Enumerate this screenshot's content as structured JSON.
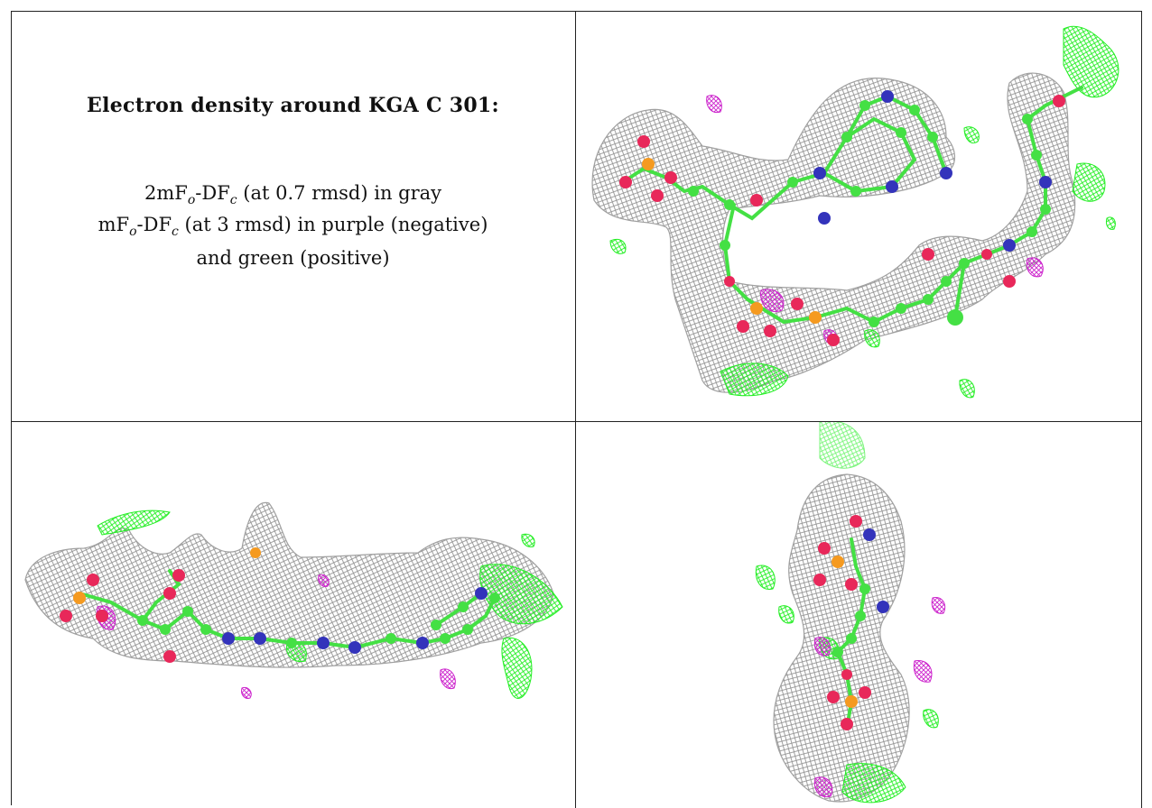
{
  "caption": {
    "title": "Electron density around KGA C 301:",
    "line1_pre": "2mF",
    "line1_sub_o": "o",
    "line1_mid": "-DF",
    "line1_sub_c": "c",
    "line1_post": " (at 0.7 rmsd) in gray",
    "line2_pre": "mF",
    "line2_sub_o": "o",
    "line2_mid": "-DF",
    "line2_sub_c": "c",
    "line2_post": " (at 3 rmsd) in purple (negative)",
    "line3": "and green (positive)"
  },
  "colors": {
    "mesh_gray": "#9a9a9a",
    "difference_positive": "#22ee22",
    "difference_negative": "#cc22cc",
    "carbon": "#44e044",
    "nitrogen": "#3333bb",
    "oxygen": "#e8285a",
    "phosphorus": "#f59a20"
  },
  "panels": [
    {
      "view": "front",
      "description_icon": "molecule-front-view"
    },
    {
      "view": "side",
      "description_icon": "molecule-side-view"
    },
    {
      "view": "end",
      "description_icon": "molecule-end-view"
    }
  ]
}
